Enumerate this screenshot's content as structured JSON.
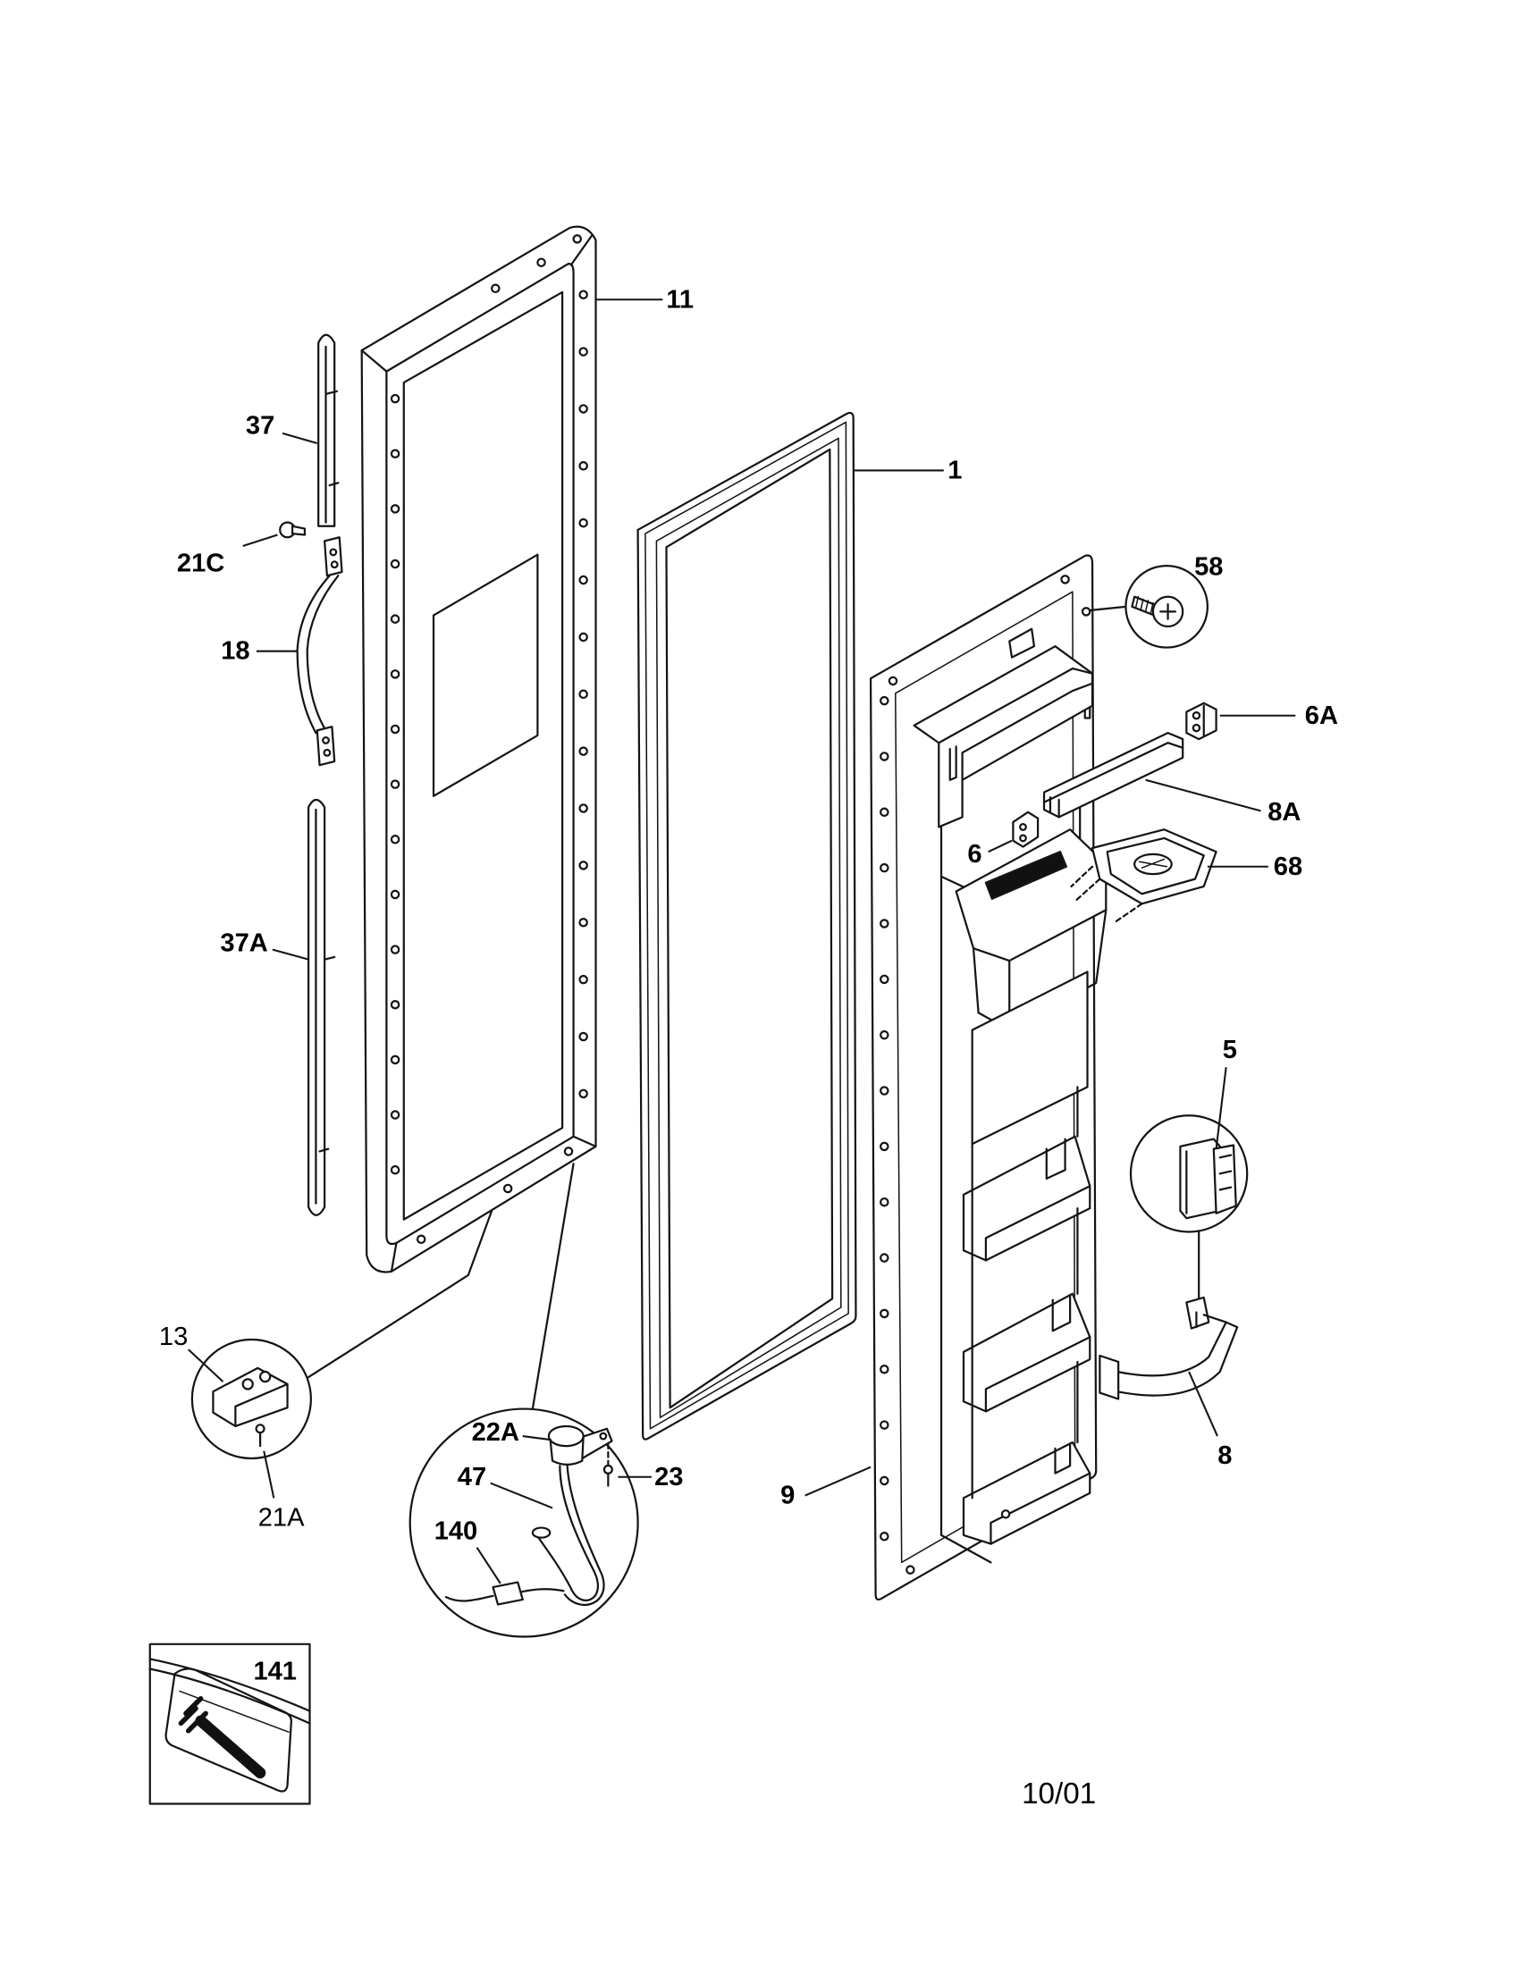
{
  "callouts": {
    "part_11": "11",
    "part_1": "1",
    "part_37": "37",
    "part_21C": "21C",
    "part_18": "18",
    "part_37A": "37A",
    "part_58": "58",
    "part_6A": "6A",
    "part_8A": "8A",
    "part_6": "6",
    "part_68": "68",
    "part_5": "5",
    "part_8": "8",
    "part_9": "9",
    "part_13": "13",
    "part_21A": "21A",
    "part_22A": "22A",
    "part_23": "23",
    "part_47": "47",
    "part_140": "140",
    "part_141": "141"
  },
  "date_code": "10/01"
}
